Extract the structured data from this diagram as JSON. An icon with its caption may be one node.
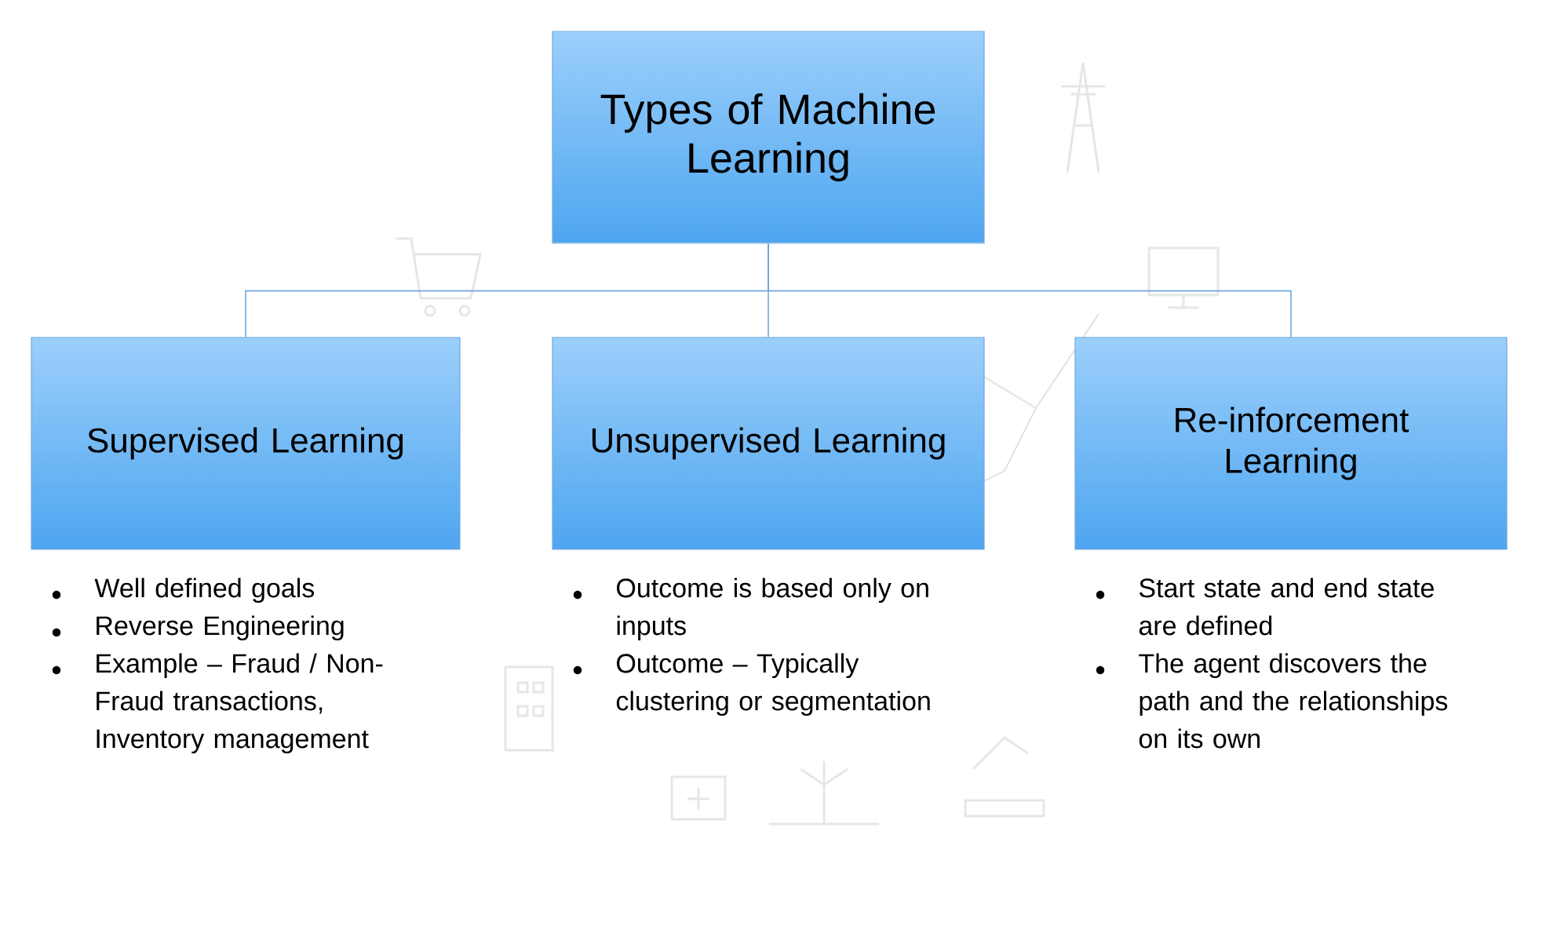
{
  "diagram": {
    "nodes": [
      {
        "text": [
          "Types of Machine Learning"
        ]
      },
      {
        "text": [
          "Supervised Learning"
        ],
        "beside": [
          "Well defined goals",
          "Reverse Engineering",
          "Example – Fraud / Non-Fraud transactions, Inventory management"
        ]
      },
      {
        "text": [
          "Unsupervised Learning"
        ],
        "beside": [
          "Outcome is based only on inputs",
          "Outcome – Typically clustering or segmentation"
        ]
      },
      {
        "text": [
          "Re-inforcement Learning"
        ],
        "beside": [
          "Start state and end state are defined",
          "The agent discovers the path and the relationships on its own"
        ]
      }
    ],
    "edges": [
      {
        "from": 0,
        "to": 1,
        "arrow": "none"
      },
      {
        "from": 0,
        "to": 2,
        "arrow": "none"
      },
      {
        "from": 0,
        "to": 3,
        "arrow": "none"
      }
    ]
  }
}
